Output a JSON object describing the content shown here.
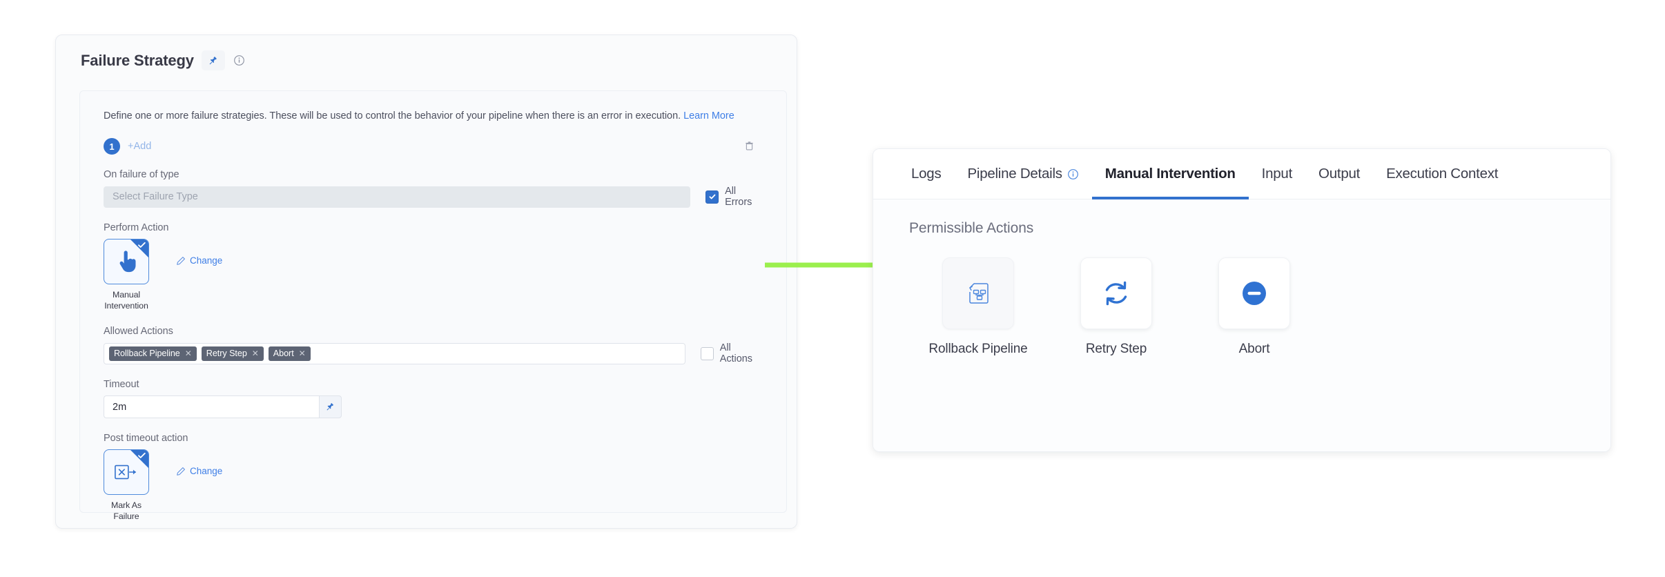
{
  "left_panel": {
    "title": "Failure Strategy",
    "pin_icon": "pin-icon",
    "info_icon": "info-circle-icon",
    "description": "Define one or more failure strategies. These will be used to control the behavior of your pipeline when there is an error in execution.",
    "learn_more": "Learn More",
    "strategy_index_badge": "1",
    "add_label": "+Add",
    "delete_icon": "trash-icon",
    "on_failure_of_type": {
      "label": "On failure of type",
      "select_placeholder": "Select Failure Type",
      "checkbox_label": "All Errors",
      "checked": true
    },
    "perform_action": {
      "label": "Perform Action",
      "tile_icon": "hand-pointer-icon",
      "tile_caption": "Manual Intervention",
      "selected": true,
      "change_label": "Change",
      "change_icon": "pencil-icon"
    },
    "allowed_actions": {
      "label": "Allowed Actions",
      "tags": [
        "Rollback Pipeline",
        "Retry Step",
        "Abort"
      ],
      "tag_remove_icon": "close-x-icon",
      "checkbox_label": "All Actions",
      "checked": false
    },
    "timeout": {
      "label": "Timeout",
      "value": "2m",
      "pin_icon": "pin-icon"
    },
    "post_timeout_action": {
      "label": "Post timeout action",
      "tile_icon": "mark-as-failure-icon",
      "tile_caption": "Mark As Failure",
      "selected": true,
      "change_label": "Change",
      "change_icon": "pencil-icon"
    }
  },
  "arrow": {
    "name": "green-arrow",
    "color": "#9bef4d"
  },
  "right_panel": {
    "tabs": [
      {
        "label": "Logs",
        "active": false,
        "icon": null
      },
      {
        "label": "Pipeline Details",
        "active": false,
        "icon": "info-circle-icon"
      },
      {
        "label": "Manual Intervention",
        "active": true,
        "icon": null
      },
      {
        "label": "Input",
        "active": false,
        "icon": null
      },
      {
        "label": "Output",
        "active": false,
        "icon": null
      },
      {
        "label": "Execution Context",
        "active": false,
        "icon": null
      }
    ],
    "section_title": "Permissible Actions",
    "actions": [
      {
        "label": "Rollback Pipeline",
        "icon": "rollback-pipeline-icon",
        "muted": true
      },
      {
        "label": "Retry Step",
        "icon": "retry-refresh-icon",
        "muted": false
      },
      {
        "label": "Abort",
        "icon": "abort-minus-circle-icon",
        "muted": false
      }
    ]
  },
  "colors": {
    "accent_blue": "#3271cd",
    "link_blue": "#3e7ee6",
    "tag_gray": "#5d6474",
    "arrow_green": "#9bef4d"
  }
}
